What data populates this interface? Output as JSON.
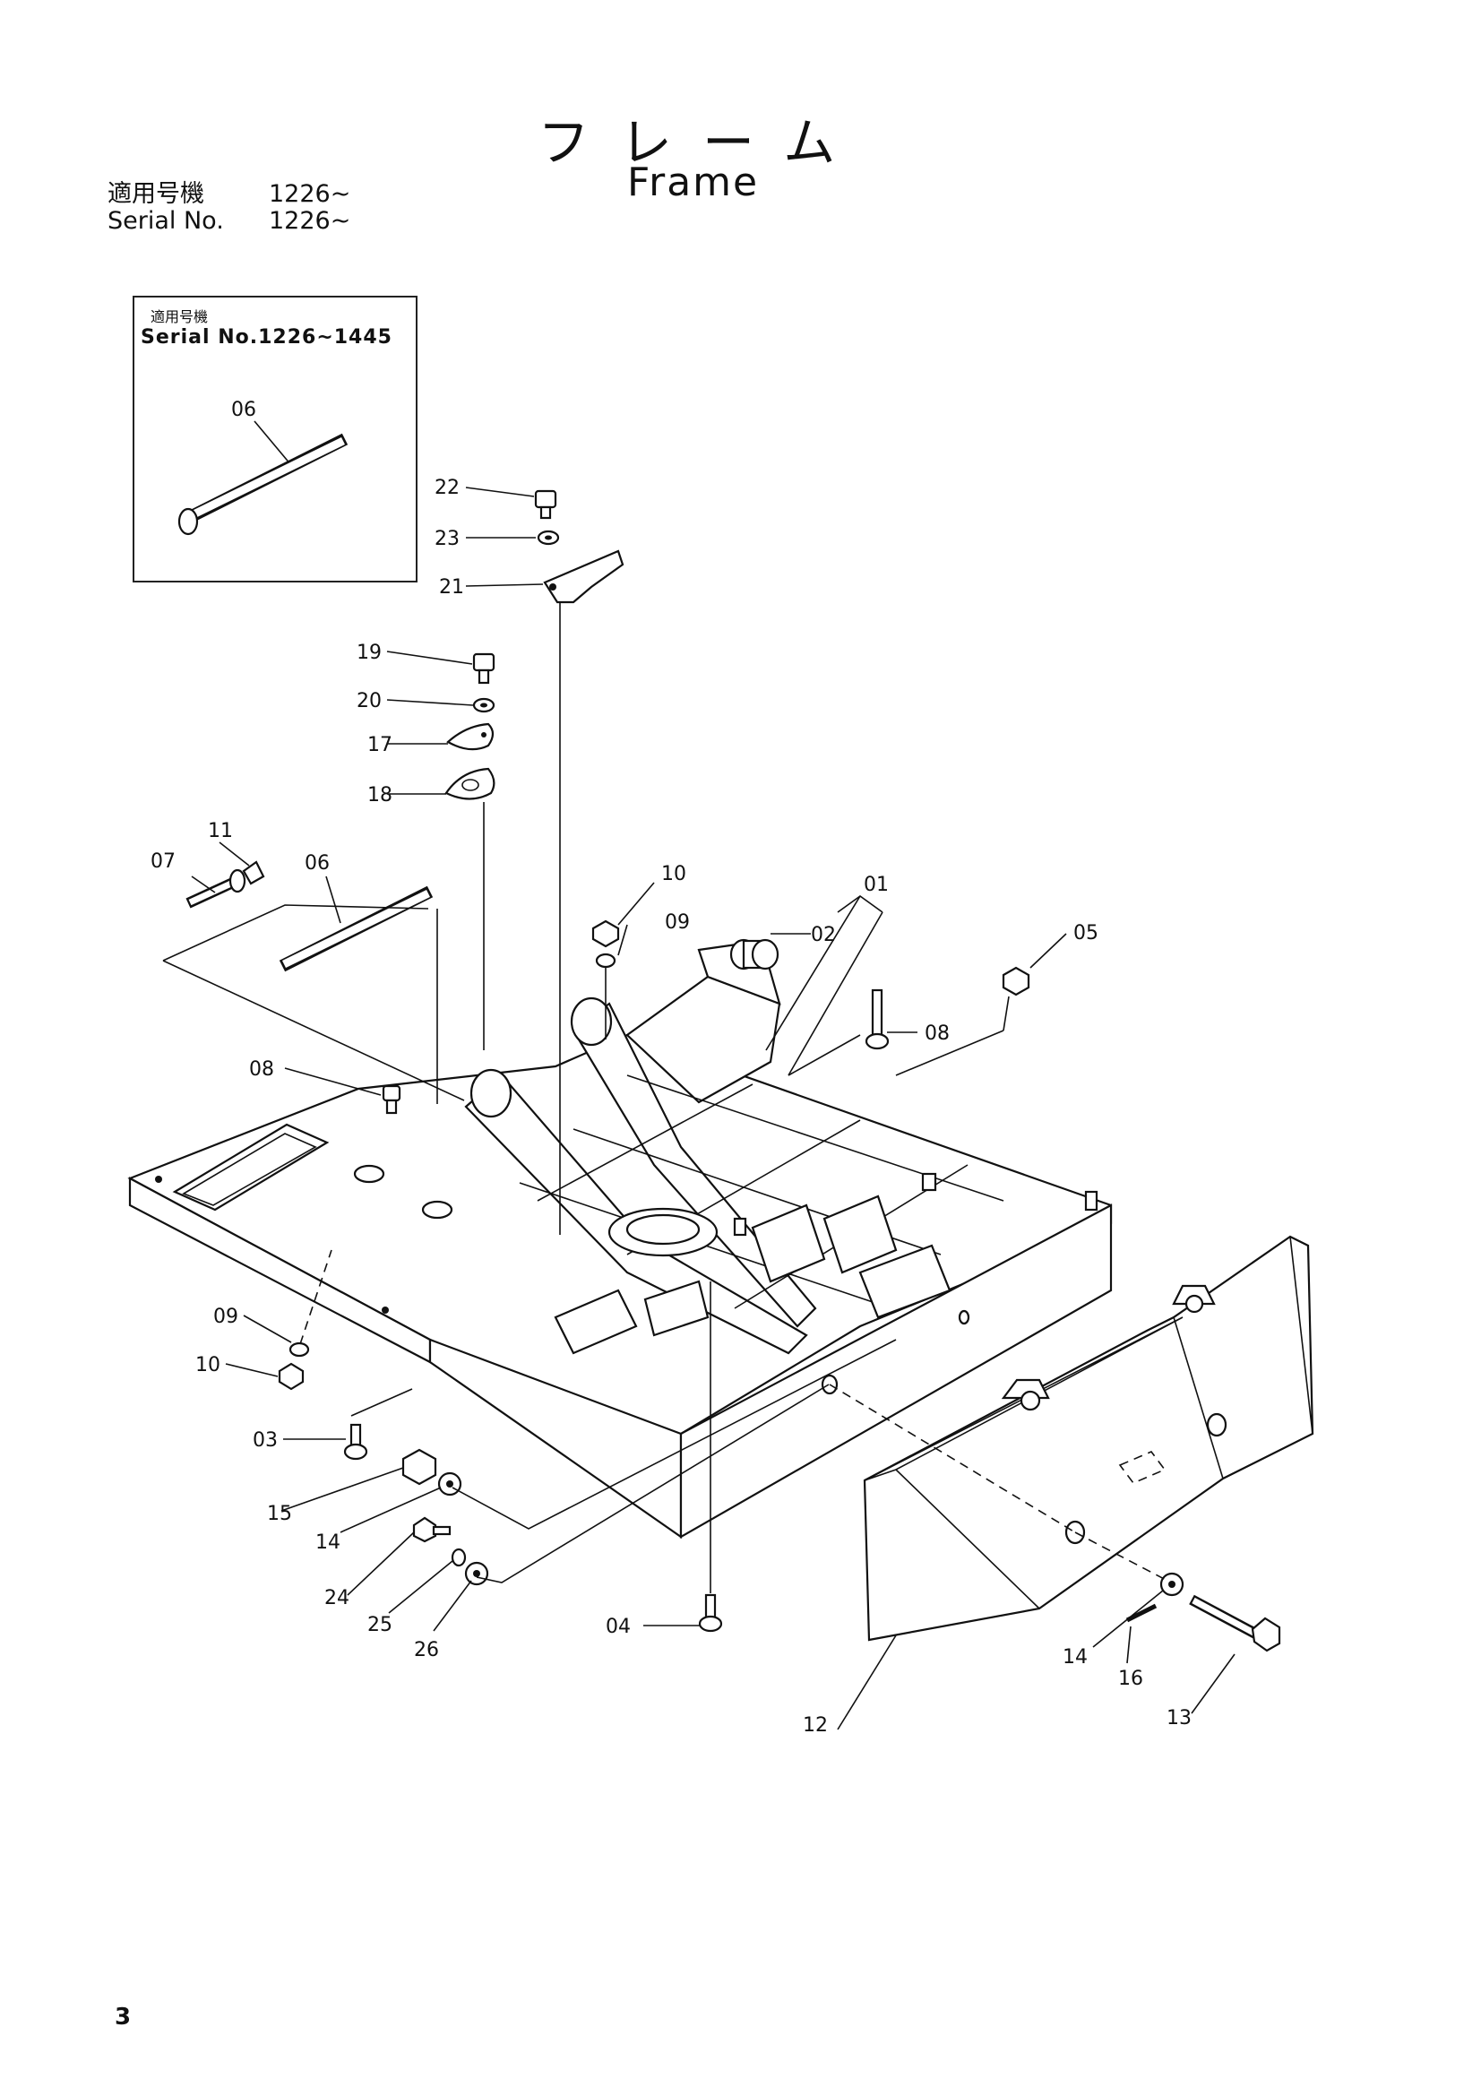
{
  "header": {
    "title_jp": "フレーム",
    "title_en": "Frame",
    "serial_jp_label": "適用号機",
    "serial_jp_value": "1226~",
    "serial_en_label": "Serial No.",
    "serial_en_value": "1226~"
  },
  "inset": {
    "label_jp": "適用号機",
    "serial": "Serial No.1226~1445",
    "part": "06"
  },
  "callouts": {
    "c01": "01",
    "c02": "02",
    "c03": "03",
    "c04": "04",
    "c05": "05",
    "c06": "06",
    "c07": "07",
    "c08a": "08",
    "c08b": "08",
    "c09a": "09",
    "c09b": "09",
    "c10a": "10",
    "c10b": "10",
    "c11": "11",
    "c12": "12",
    "c13": "13",
    "c14a": "14",
    "c14b": "14",
    "c15": "15",
    "c16": "16",
    "c17": "17",
    "c18": "18",
    "c19": "19",
    "c20": "20",
    "c21": "21",
    "c22": "22",
    "c23": "23",
    "c24": "24",
    "c25": "25",
    "c26": "26"
  },
  "footer": {
    "page_number": "3"
  }
}
